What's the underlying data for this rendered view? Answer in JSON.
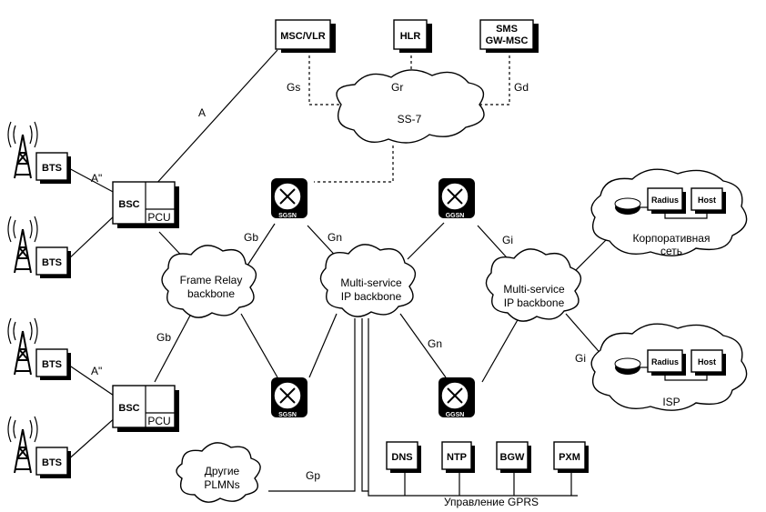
{
  "nodes": {
    "msc_vlr": "MSC/VLR",
    "hlr": "HLR",
    "sms_line1": "SMS",
    "sms_line2": "GW-MSC",
    "bts": "BTS",
    "bsc": "BSC",
    "pcu": "PCU",
    "sgsn": "SGSN",
    "ggsn": "GGSN",
    "radius": "Radius",
    "host": "Host",
    "dns": "DNS",
    "ntp": "NTP",
    "bgw": "BGW",
    "pxm": "PXM"
  },
  "clouds": {
    "ss7": "SS-7",
    "frame_relay_l1": "Frame Relay",
    "frame_relay_l2": "backbone",
    "ms_ip1_l1": "Multi-service",
    "ms_ip1_l2": "IP backbone",
    "ms_ip2_l1": "Multi-service",
    "ms_ip2_l2": "IP backbone",
    "corp_l1": "Корпоративная",
    "corp_l2": "сеть",
    "isp": "ISP",
    "plmn_l1": "Другие",
    "plmn_l2": "PLMNs"
  },
  "interfaces": {
    "a": "A",
    "a_bis": "A\"",
    "gs": "Gs",
    "gr": "Gr",
    "gd": "Gd",
    "gb": "Gb",
    "gn": "Gn",
    "gi": "Gi",
    "gp": "Gp"
  },
  "footer": "Управление GPRS"
}
